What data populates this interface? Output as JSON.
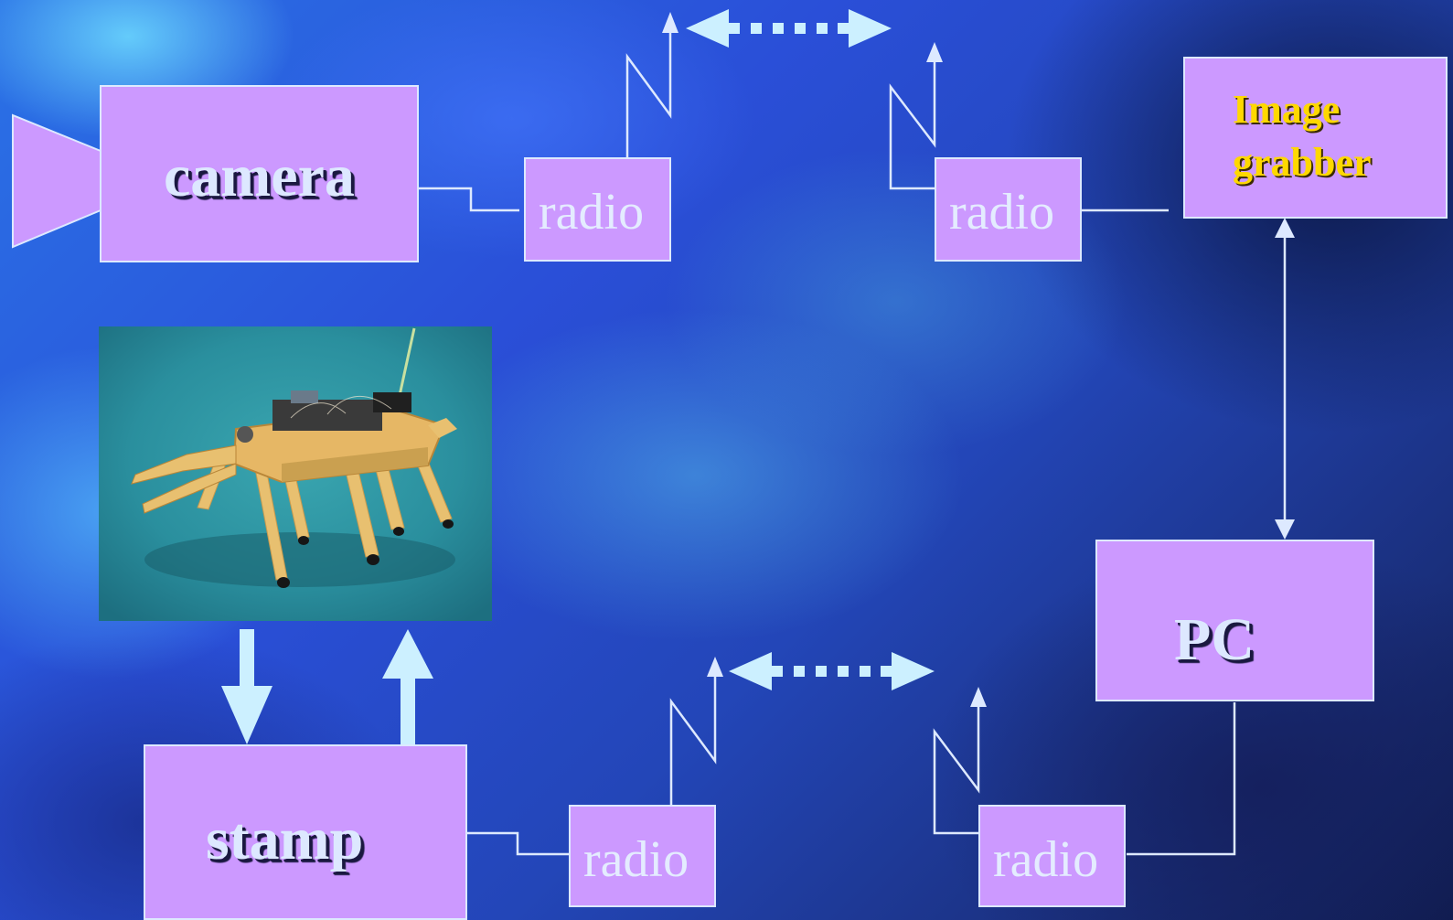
{
  "nodes": {
    "camera": "camera",
    "radio_camera": "radio",
    "radio_grabber": "radio",
    "image_grabber_line1": "Image",
    "image_grabber_line2": "grabber",
    "pc": "PC",
    "stamp": "stamp",
    "radio_stamp": "radio",
    "radio_pc": "radio"
  },
  "image": {
    "robot_photo": "walking robot with gripper"
  },
  "colors": {
    "box_fill": "#cc99ff",
    "line": "#dde9ff",
    "arrow": "#ccf0ff",
    "grabber_text": "#ffd800"
  }
}
